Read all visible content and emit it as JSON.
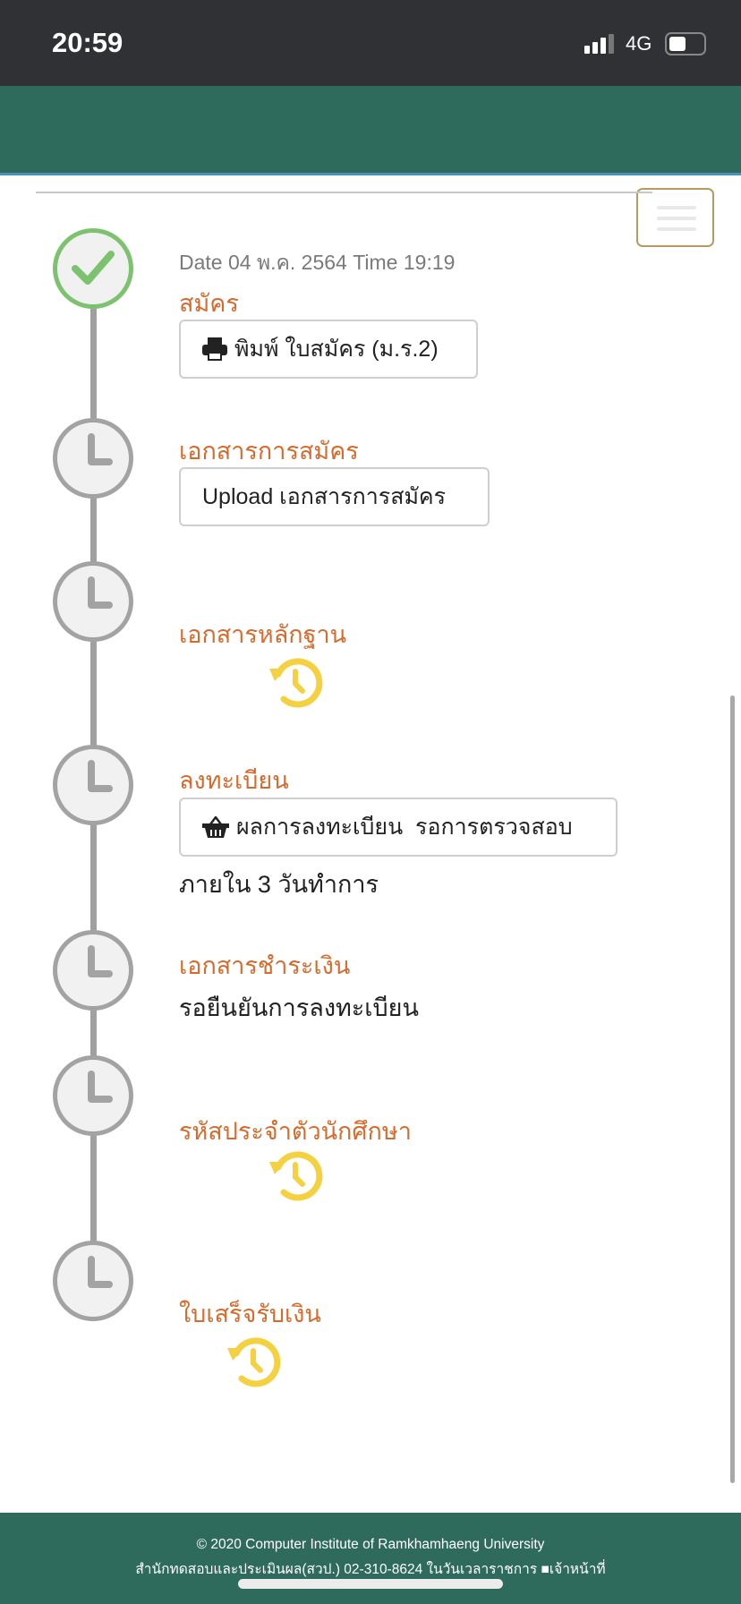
{
  "status_bar": {
    "time": "20:59",
    "network": "4G"
  },
  "header": {
    "menu_icon": "hamburger-icon"
  },
  "timeline": [
    {
      "date": "Date 04 พ.ค. 2564 Time 19:19",
      "title": "สมัคร",
      "status": "done",
      "button": "พิมพ์ ใบสมัคร (ม.ร.2)",
      "button_icon": "print-icon"
    },
    {
      "title": "เอกสารการสมัคร",
      "status": "pending",
      "button": "Upload เอกสารการสมัคร"
    },
    {
      "title": "เอกสารหลักฐาน",
      "status": "pending",
      "icon": "history-icon"
    },
    {
      "title": "ลงทะเบียน",
      "status": "pending",
      "button": "ผลการลงทะเบียน  รอการตรวจสอบ",
      "button_icon": "basket-icon",
      "note": "ภายใน 3 วันทำการ"
    },
    {
      "title": "เอกสารชำระเงิน",
      "status": "pending",
      "note": "รอยืนยันการลงทะเบียน"
    },
    {
      "title": "รหัสประจำตัวนักศึกษา",
      "status": "pending",
      "icon": "history-icon"
    },
    {
      "title": "ใบเสร็จรับเงิน",
      "status": "pending",
      "icon": "history-icon"
    }
  ],
  "footer": {
    "line1": "© 2020 Computer Institute of Ramkhamhaeng University",
    "line2": "สำนักทดสอบและประเมินผล(สวป.) 02-310-8624 ในวันเวลาราชการ ",
    "staff": "เจ้าหน้าที่"
  },
  "colors": {
    "header": "#2e6b5c",
    "title": "#d86a2c",
    "pending_icon": "#f5d142",
    "done": "#7dc36f"
  }
}
